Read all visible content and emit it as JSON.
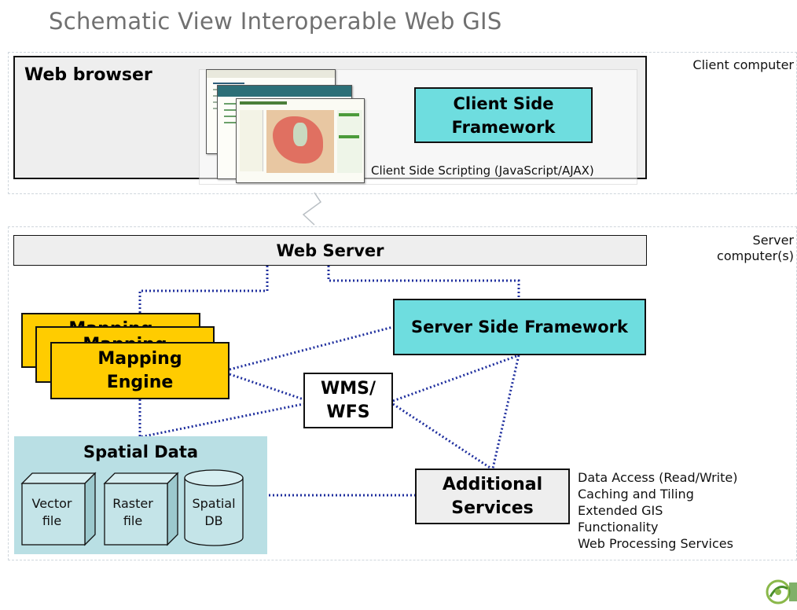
{
  "title": "Schematic View Interoperable Web GIS",
  "client": {
    "region_label": "Client computer",
    "browser_label": "Web browser",
    "framework_label": "Client Side Framework",
    "scripting_label": "Client Side Scripting (JavaScript/AJAX)",
    "browser_thumbnail_icon": "web-map-screenshot-stack"
  },
  "server": {
    "region_label": "Server computer(s)",
    "web_server_label": "Web Server",
    "framework_label": "Server Side Framework",
    "mapping_engine_label": "Mapping Engine",
    "mapping_engine_back_label": "Mapping",
    "wms_label": "WMS/ WFS",
    "additional_services_label": "Additional Services",
    "additional_services_items": [
      "Data Access (Read/Write)",
      "Caching and Tiling",
      "Extended GIS",
      "Functionality",
      "Web Processing Services"
    ]
  },
  "spatial_data": {
    "title": "Spatial Data",
    "vector_label": "Vector file",
    "raster_label": "Raster file",
    "db_label": "Spatial DB"
  },
  "colors": {
    "framework_cyan": "#6edddf",
    "mapping_yellow": "#ffcc00",
    "spatial_bg": "#b9dfe4",
    "connector_blue": "#1f2f9e",
    "title_grey": "#707070"
  },
  "logo": {
    "icon": "organization-logo"
  }
}
